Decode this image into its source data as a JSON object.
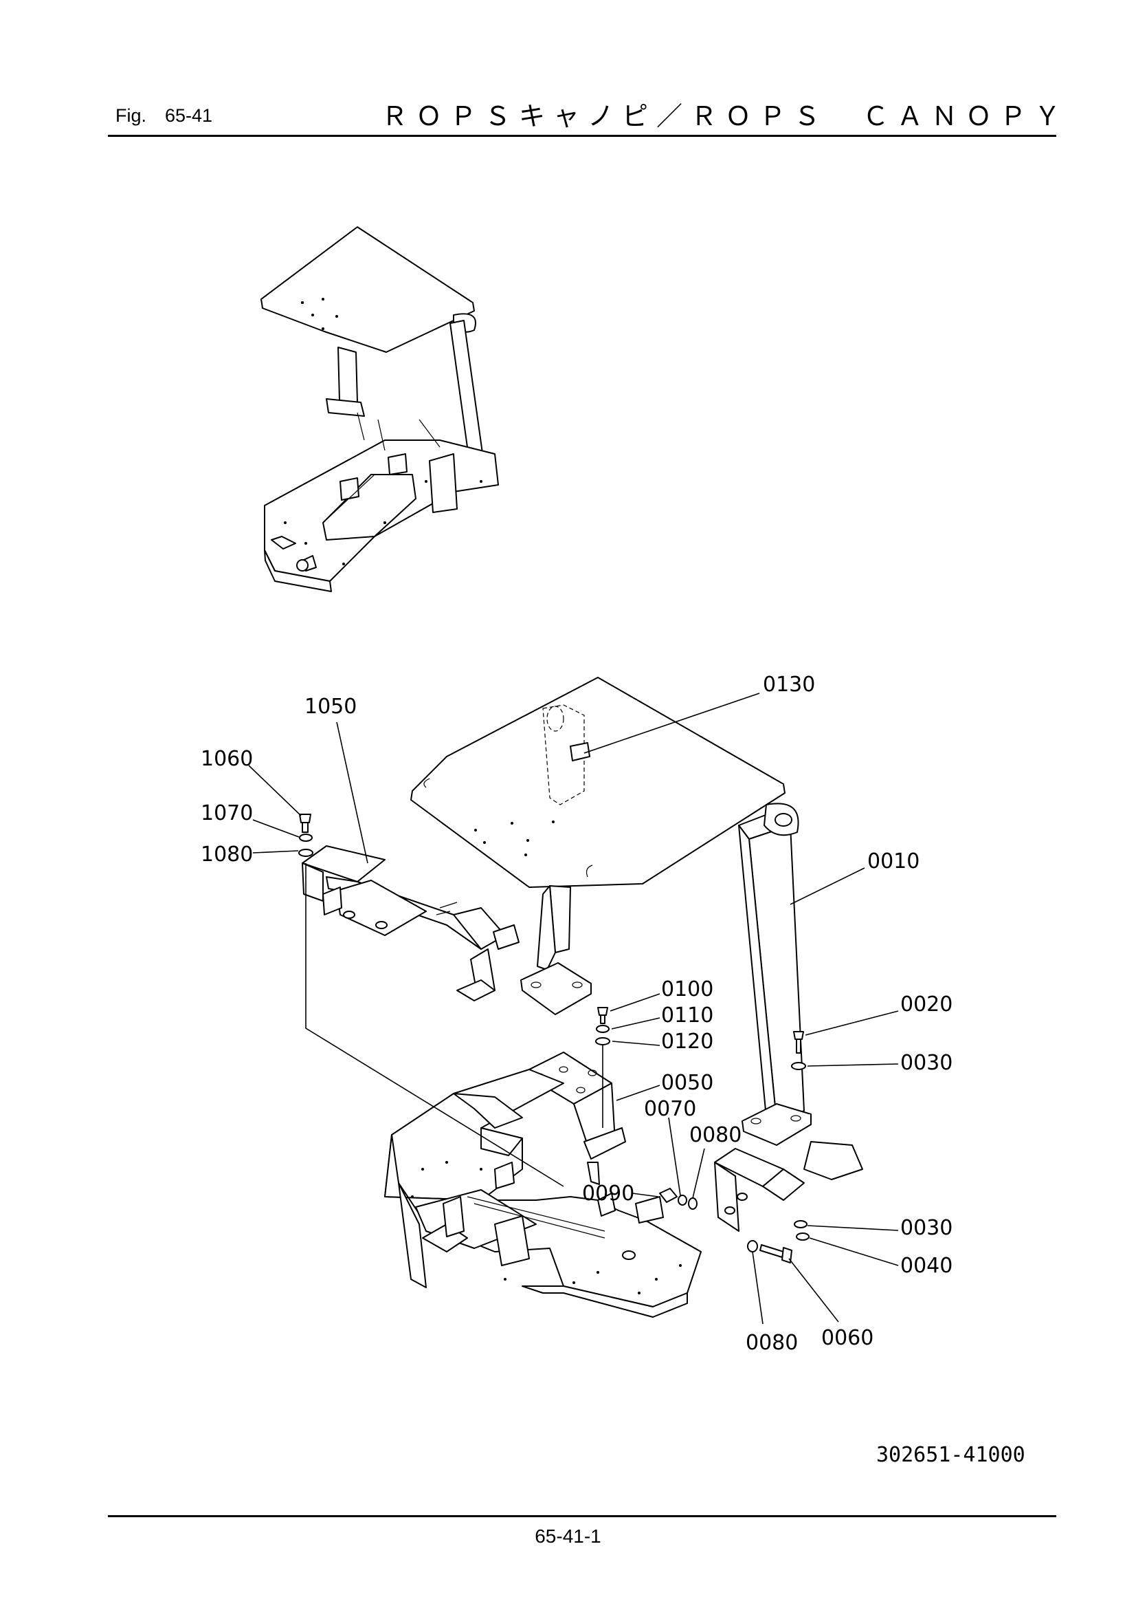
{
  "header": {
    "figure": "Fig.　65-41",
    "title": "ＲＯＰＳキャノピ／ＲＯＰＳ　ＣＡＮＯＰＹ"
  },
  "footer": {
    "doc_number": "302651-41000",
    "page": "65-41-1"
  },
  "callouts": {
    "c0130": "0130",
    "c1050": "1050",
    "c1060": "1060",
    "c1070": "1070",
    "c1080": "1080",
    "c0010": "0010",
    "c0100": "0100",
    "c0110": "0110",
    "c0120": "0120",
    "c0020": "0020",
    "c0030a": "0030",
    "c0050": "0050",
    "c0070": "0070",
    "c0080a": "0080",
    "c0090": "0090",
    "c0030b": "0030",
    "c0040": "0040",
    "c0080b": "0080",
    "c0060": "0060"
  }
}
